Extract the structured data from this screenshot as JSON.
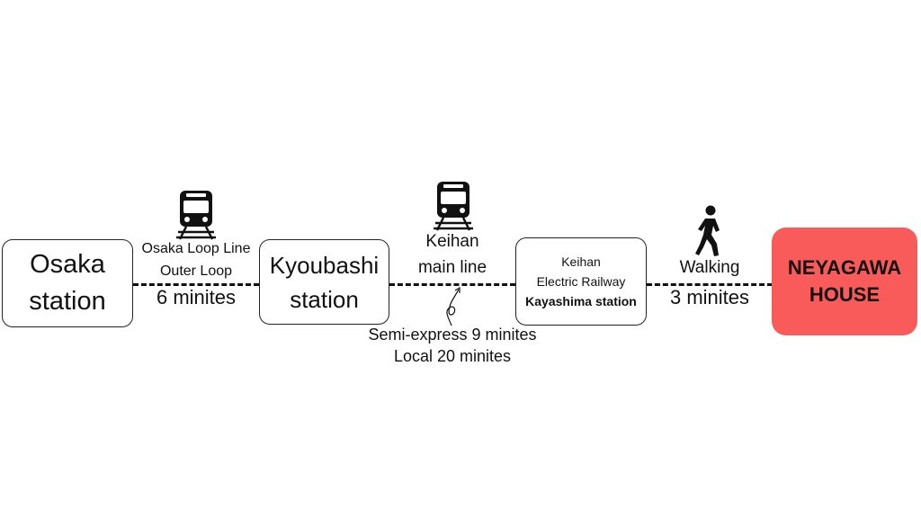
{
  "stations": {
    "osaka": {
      "line1": "Osaka",
      "line2": "station"
    },
    "kyoubashi": {
      "line1": "Kyoubashi",
      "line2": "station"
    },
    "kayashima": {
      "line1": "Keihan",
      "line2": "Electric Railway",
      "line3": "Kayashima station"
    },
    "neyagawa": {
      "line1": "NEYAGAWA",
      "line2": "HOUSE",
      "fill": "#f95a5a"
    }
  },
  "segments": {
    "loop": {
      "line1": "Osaka Loop Line",
      "line2": "Outer Loop",
      "time": "6 minites",
      "icon": "train-icon"
    },
    "keihan": {
      "line1": "Keihan",
      "line2": "main line",
      "icon": "train-icon",
      "note1": "Semi-express 9 minites",
      "note2": "Local 20 minites"
    },
    "walk": {
      "line1": "Walking",
      "time": "3 minites",
      "icon": "walking-person-icon"
    }
  }
}
